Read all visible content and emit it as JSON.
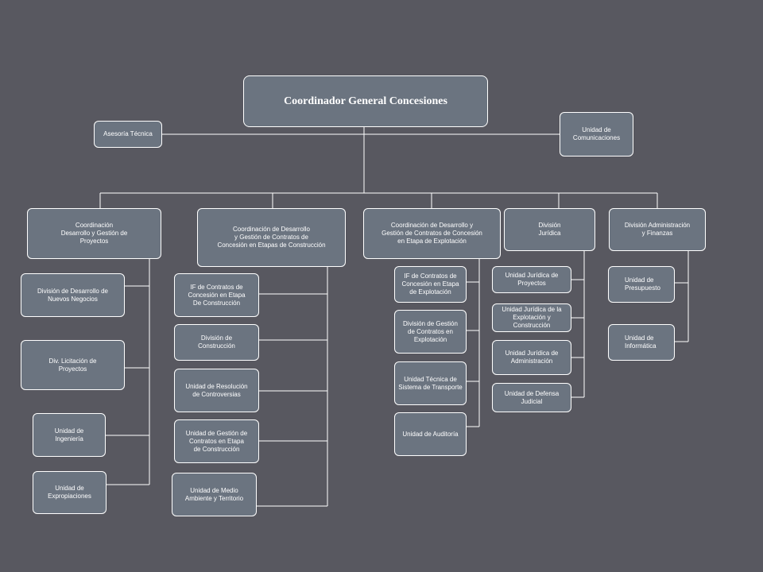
{
  "nodes": {
    "root": "Coordinador General Concesiones",
    "asesoria": "Asesoría Técnica",
    "comunicaciones": "Unidad de\nComunicaciones",
    "coord1": "Coordinación\nDesarrollo y Gestión de\nProyectos",
    "coord2": "Coordinación  de Desarrollo\ny Gestión de Contratos  de\nConcesión  en Etapas  de Construcción",
    "coord3": "Coordinación  de Desarrollo y\nGestión de Contratos de Concesión\nen Etapa de Explotación",
    "div_juridica": "División\nJurídica",
    "div_admin": "División Administración\ny Finanzas",
    "c1": [
      "División de  Desarrollo de\nNuevos Negocios",
      "Div. Licitación  de\nProyectos",
      "Unidad de\nIngeniería",
      "Unidad de\nExpropiaciones"
    ],
    "c2": [
      "IF de Contratos  de\nConcesión  en Etapa\nDe Construcción",
      "División de\nConstrucción",
      "Unidad de Resolución\nde Controversias",
      "Unidad de Gestión de\nContratos  en Etapa\nde Construcción",
      "Unidad de Medio\nAmbiente y Territorio"
    ],
    "c3": [
      "IF de Contratos  de\nConcesión en Etapa\nde Explotación",
      "División de  Gestión\nde Contratos  en\nExplotación",
      "Unidad  Técnica de\nSistema de Transporte",
      "Unidad de Auditoría"
    ],
    "jur": [
      "Unidad  Jurídica de\nProyectos",
      "Unidad  Jurídica de la\nExplotación  y Construcción",
      "Unidad  Jurídica de\nAdministración",
      "Unidad de Defensa\nJudicial"
    ],
    "adm": [
      "Unidad  de\nPresupuesto",
      "Unidad  de\nInformática"
    ]
  }
}
